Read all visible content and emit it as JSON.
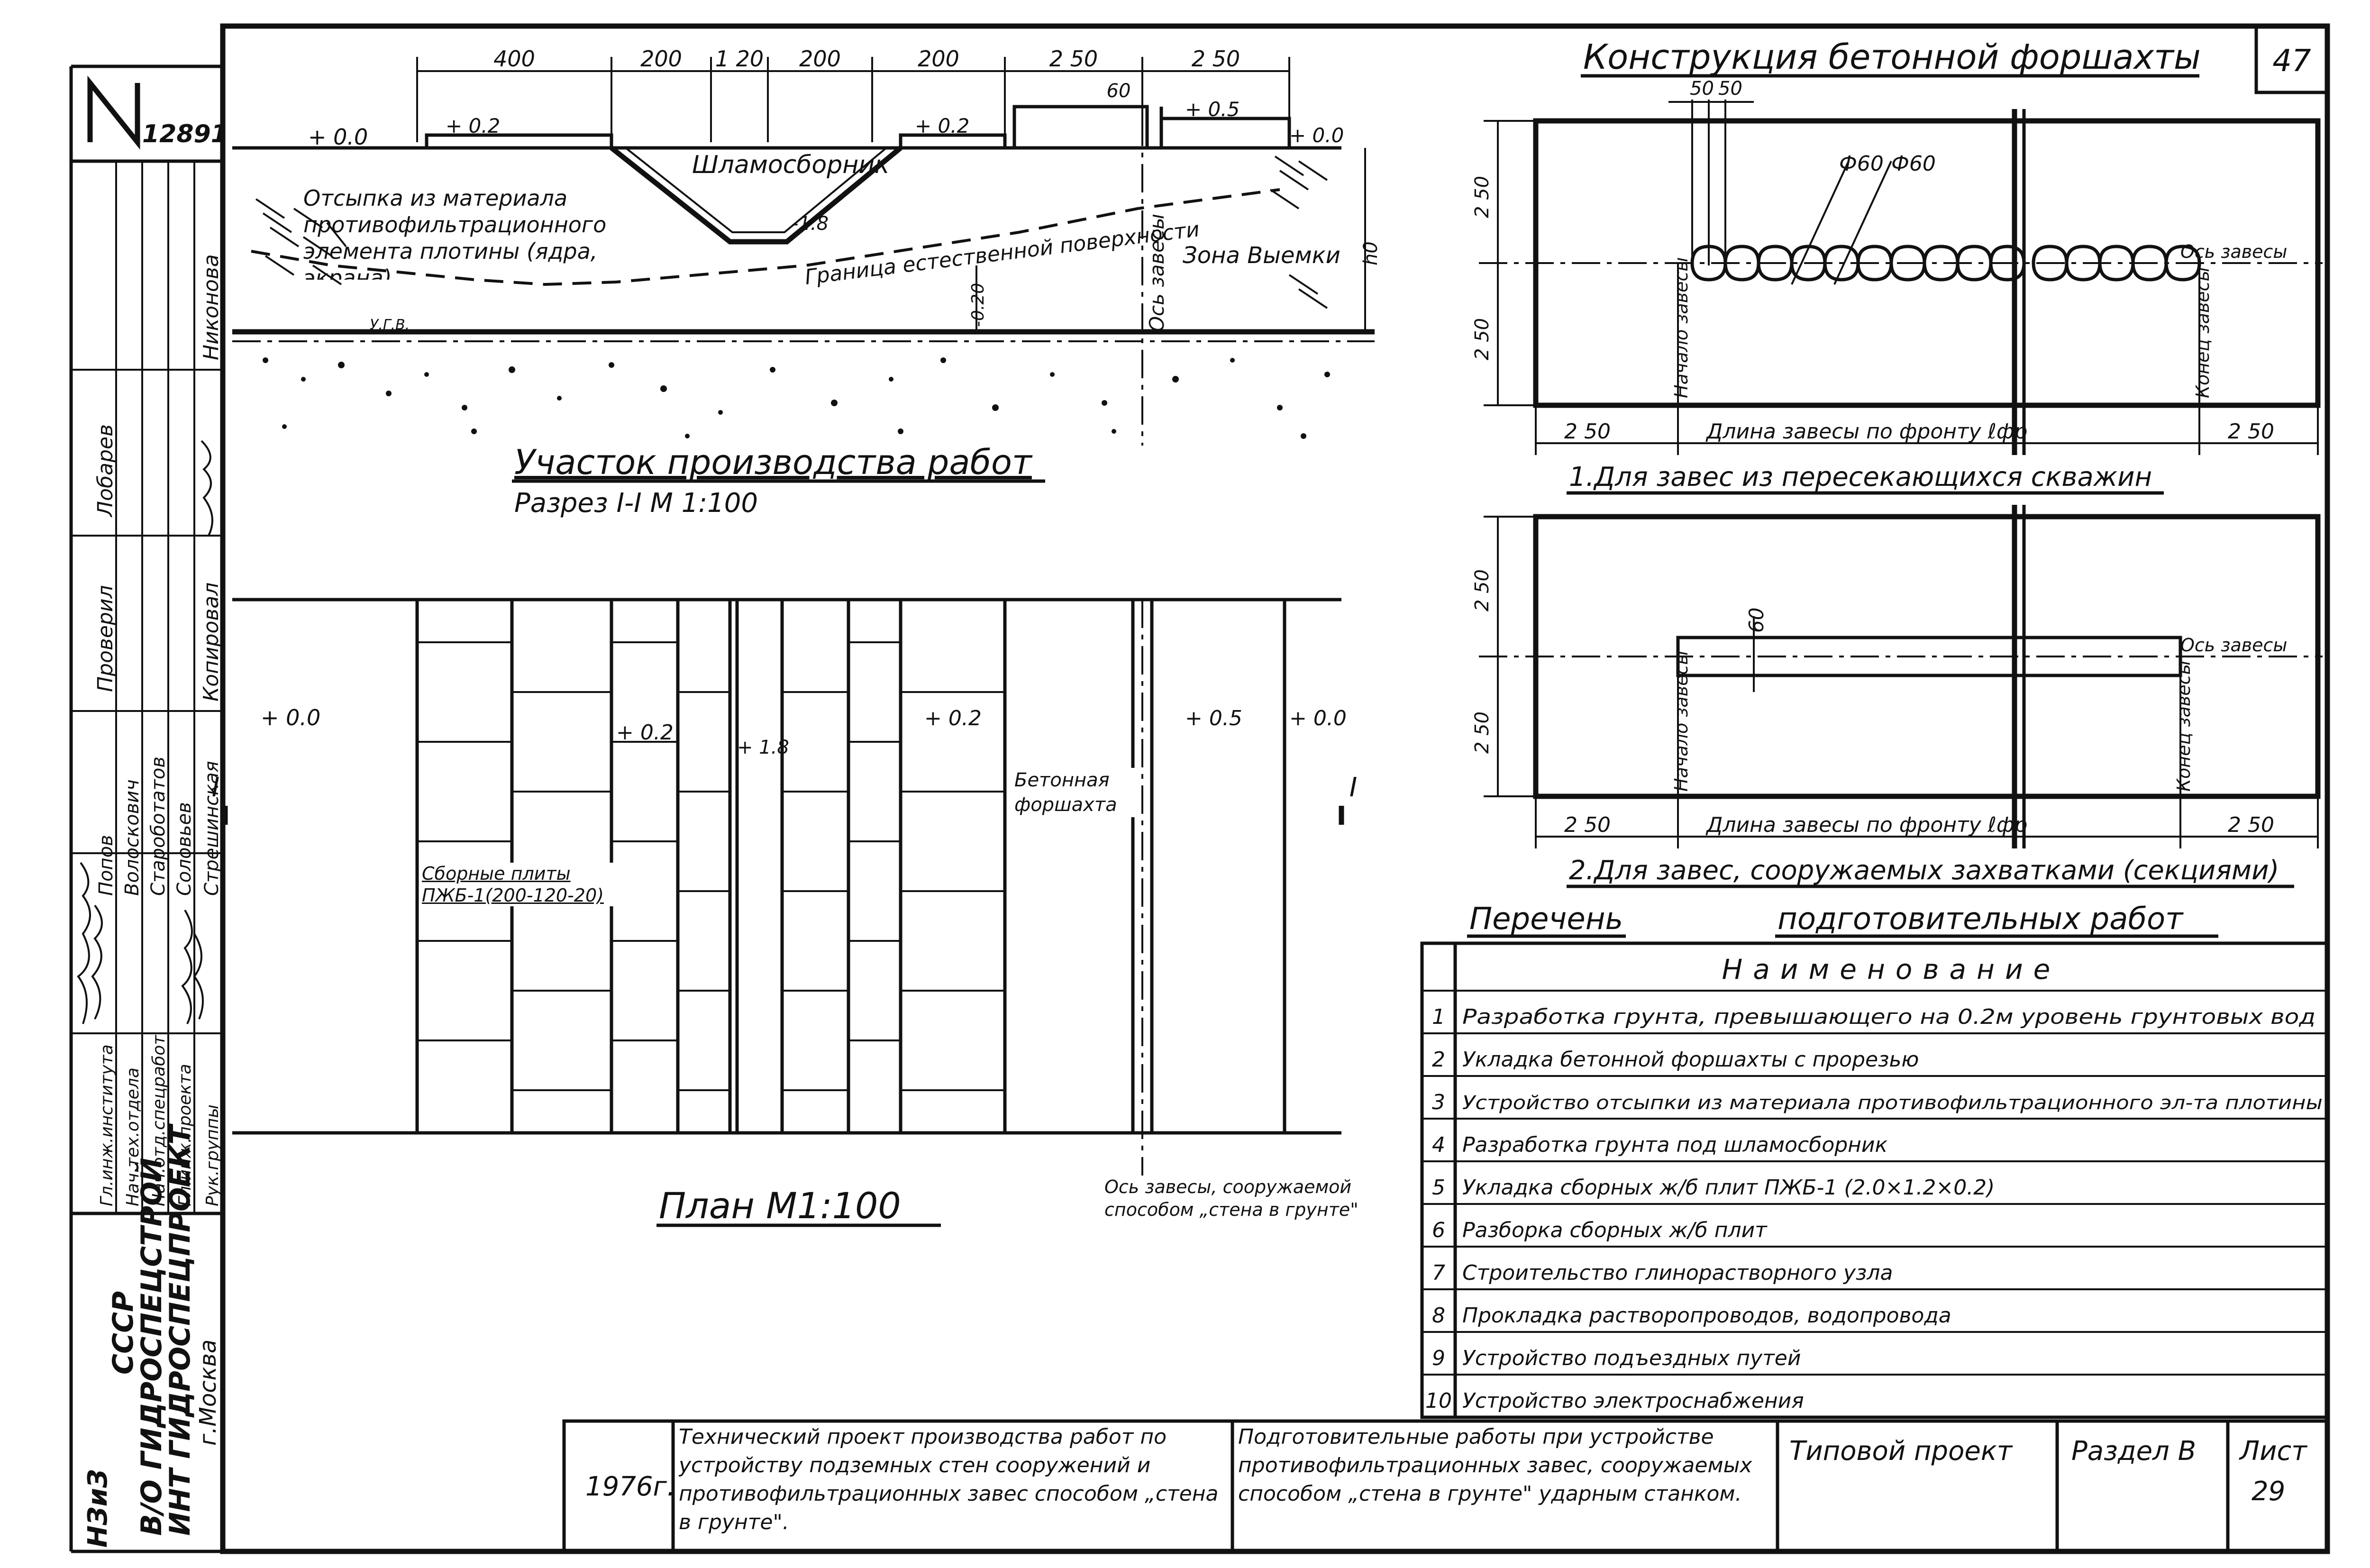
{
  "sheet": {
    "corner_number": "47",
    "archive_number": "12891",
    "year": "1976г.",
    "project_title": "Технический проект производства работ по устройству подземных стен сооружений и противофильтрационных завес способом „стена в грунте\".",
    "drawing_title": "Подготовительные работы при устройстве противофильтрационных завес, сооружаемых способом „стена в грунте\" ударным станком.",
    "typical_project": "Типовой проект",
    "section": "Раздел В",
    "sheet_label": "Лист",
    "sheet_number": "29"
  },
  "org": {
    "country": "СССР",
    "trust": "В/О ГИДРОСПЕЦСТРОЙ",
    "institute": "ИНТ ГИДРОСПЕЦПРОЕКТ",
    "city": "г.Москва",
    "index": "НЗиЗ"
  },
  "stamp": {
    "roles": [
      "Гл.инж.института",
      "Нач.тех.отдела",
      "Нач.отд.спецработ",
      "Гл.инж.проекта",
      "Рук.группы"
    ],
    "names": [
      "Попов",
      "Волоскович",
      "Староботатов",
      "Соловьев",
      "Стрешинская"
    ],
    "sign_labels": [
      "Проверил",
      "Копировал"
    ],
    "sign_names": [
      "Лобарев",
      "Никонова"
    ]
  },
  "section_view": {
    "title": "Участок производства работ",
    "subtitle": "Разрез I-I   М 1:100",
    "dims": [
      "400",
      "200",
      "1 20",
      "200",
      "200",
      "2 50",
      "2 50",
      "60"
    ],
    "levels": [
      "+ 0.0",
      "+ 0.2",
      "+ 0.2",
      "+ 0.5",
      "+ 0.0",
      "-1.8",
      "-0.20"
    ],
    "label_sludge": "Шламосборник",
    "label_backfill": "Отсыпка из материала противофильтрационного элемента плотины (ядра, экрана)",
    "label_boundary": "Граница естественной поверхности",
    "label_axis": "Ось завесы",
    "label_zone": "Зона Выемки",
    "label_h0": "h0",
    "label_ugv": "У.Г.В."
  },
  "plan_view": {
    "title": "План   М1:100",
    "levels": [
      "+ 0.0",
      "+ 0.2",
      "+ 1.8",
      "+ 0.2",
      "+ 0.5",
      "+ 0.0"
    ],
    "label_plates": "Сборные плиты ПЖБ-1(200-120-20)",
    "label_forshakht": "Бетонная форшахта",
    "label_axis_note": "Ось завесы, сооружаемой способом „стена в грунте\"",
    "section_mark": "I"
  },
  "construction": {
    "title": "Конструкция бетонной форшахты",
    "dims_top": [
      "50",
      "50"
    ],
    "diameters": [
      "Ф60",
      "Ф60"
    ],
    "dims_side": [
      "2 50",
      "2 50"
    ],
    "dim_width": "60",
    "label_axis": "Ось завесы",
    "label_start": "Начало завесы",
    "label_end": "Конец завесы",
    "label_length": "Длина завесы по фронту  ℓфр",
    "dims_bottom": [
      "2 50",
      "2 50"
    ],
    "caption_1": "1.Для завес из пересекающихся скважин",
    "caption_2": "2.Для завес, сооружаемых захватками (секциями)"
  },
  "works_list": {
    "title_a": "Перечень",
    "title_b": "подготовительных работ",
    "header": "Наименование",
    "rows": [
      {
        "n": "1",
        "name": "Разработка грунта, превышающего на 0.2м уровень грунтовых вод"
      },
      {
        "n": "2",
        "name": "Укладка бетонной форшахты с прорезью"
      },
      {
        "n": "3",
        "name": "Устройство отсыпки из материала противофильтрационного эл-та плотины"
      },
      {
        "n": "4",
        "name": "Разработка грунта под шламосборник"
      },
      {
        "n": "5",
        "name": "Укладка сборных ж/б плит ПЖБ-1 (2.0×1.2×0.2)"
      },
      {
        "n": "6",
        "name": "Разборка сборных ж/б плит"
      },
      {
        "n": "7",
        "name": "Строительство глинорастворного узла"
      },
      {
        "n": "8",
        "name": "Прокладка растворопроводов, водопровода"
      },
      {
        "n": "9",
        "name": "Устройство подъездных путей"
      },
      {
        "n": "10",
        "name": "Устройство электроснабжения"
      }
    ]
  }
}
